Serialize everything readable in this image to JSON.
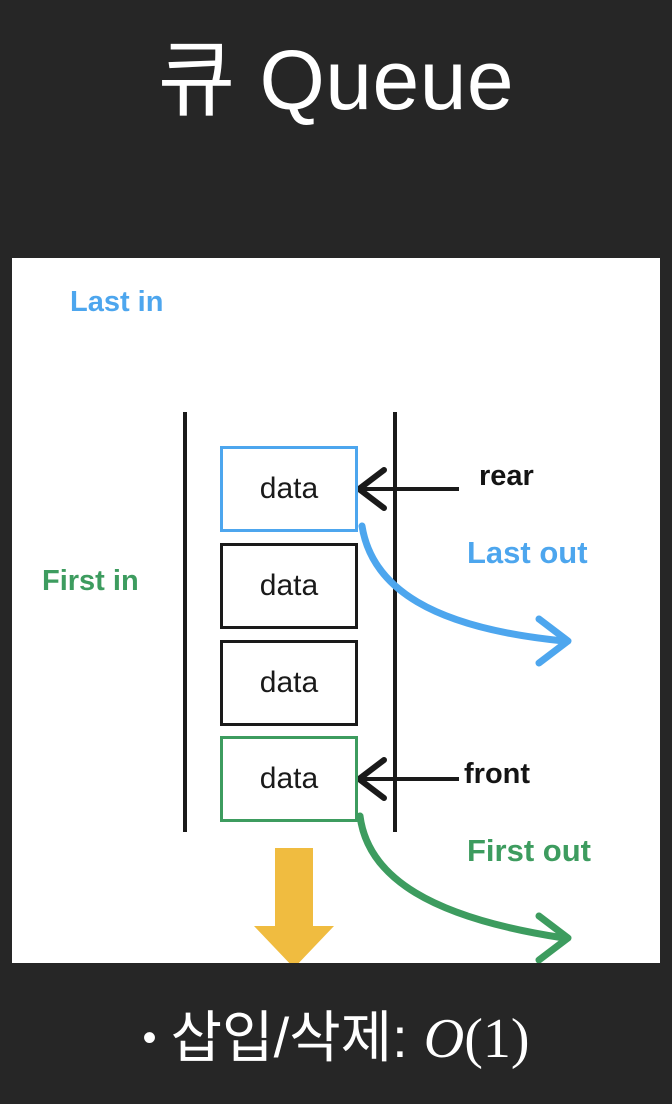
{
  "page": {
    "background_color": "#262626",
    "panel_background": "#ffffff"
  },
  "header": {
    "title": "큐 Queue",
    "title_color": "#ffffff"
  },
  "colors": {
    "blue": "#4da6ee",
    "green": "#3d9c5f",
    "amber": "#f0bc40",
    "black": "#1a1a1a",
    "white": "#ffffff",
    "dark_bg": "#262626"
  },
  "diagram": {
    "type": "queue-fifo-diagram",
    "labels": {
      "last_in": "Last in",
      "first_in": "First in",
      "rear": "rear",
      "front": "front",
      "last_out": "Last out",
      "first_out": "First out"
    },
    "boxes": [
      {
        "text": "data",
        "border_color": "#4da6ee",
        "role": "rear"
      },
      {
        "text": "data",
        "border_color": "#1a1a1a",
        "role": "middle"
      },
      {
        "text": "data",
        "border_color": "#1a1a1a",
        "role": "middle"
      },
      {
        "text": "data",
        "border_color": "#3d9c5f",
        "role": "front"
      }
    ],
    "arrows": [
      {
        "name": "rear-pointer-arrow",
        "color": "#1a1a1a",
        "direction": "left",
        "target": "rear"
      },
      {
        "name": "front-pointer-arrow",
        "color": "#1a1a1a",
        "direction": "left",
        "target": "front"
      },
      {
        "name": "last-out-curve-arrow",
        "color": "#4da6ee",
        "direction": "curve-right-down"
      },
      {
        "name": "first-out-curve-arrow",
        "color": "#3d9c5f",
        "direction": "curve-right-down"
      },
      {
        "name": "dequeue-down-arrow",
        "color": "#f0bc40",
        "direction": "down"
      }
    ]
  },
  "footer": {
    "bullet": "•",
    "text": "삽입/삭제:",
    "complexity_symbol": "O",
    "complexity_args": "(1)"
  }
}
